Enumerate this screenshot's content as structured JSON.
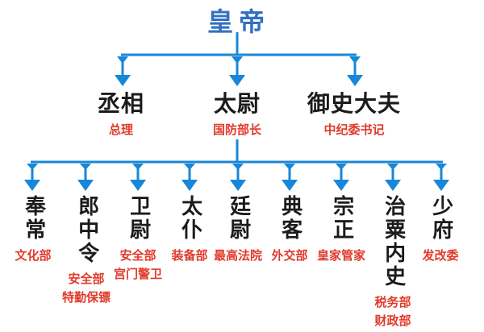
{
  "colors": {
    "background": "#ffffff",
    "text_black": "#1b1b1b",
    "label_red": "#e03a2c",
    "emperor_blue": "#3370c2",
    "arrow_blue": "#1787d9"
  },
  "chart": {
    "root": {
      "title": "皇帝"
    },
    "level2": [
      {
        "title": "丞相",
        "modern": "总理"
      },
      {
        "title": "太尉",
        "modern": "国防部长"
      },
      {
        "title": "御史大夫",
        "modern": "中纪委书记"
      }
    ],
    "level3": [
      {
        "title": "奉常",
        "modern": [
          "文化部"
        ]
      },
      {
        "title": "郎中令",
        "modern": [
          "安全部",
          "特勤保镖"
        ]
      },
      {
        "title": "卫尉",
        "modern": [
          "安全部",
          "宫门警卫"
        ]
      },
      {
        "title": "太仆",
        "modern": [
          "装备部"
        ]
      },
      {
        "title": "廷尉",
        "modern": [
          "最高法院"
        ]
      },
      {
        "title": "典客",
        "modern": [
          "外交部"
        ]
      },
      {
        "title": "宗正",
        "modern": [
          "皇家管家"
        ]
      },
      {
        "title": "治粟内史",
        "modern": [
          "税务部",
          "财政部"
        ]
      },
      {
        "title": "少府",
        "modern": [
          "发改委"
        ]
      }
    ]
  }
}
